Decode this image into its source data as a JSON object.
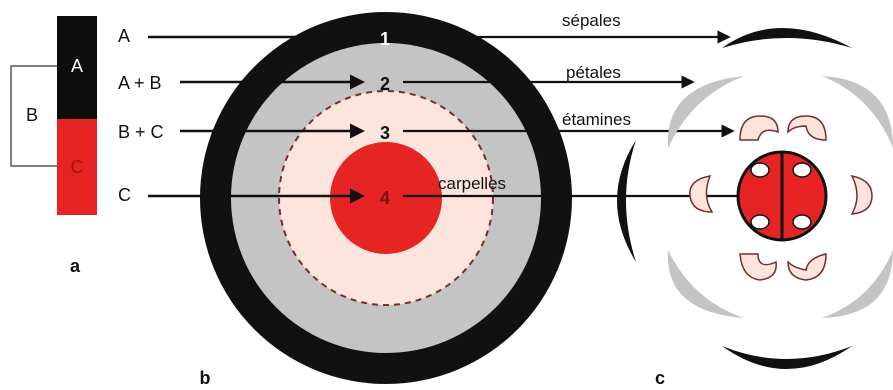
{
  "panel_a": {
    "box_a": "A",
    "box_b": "B",
    "box_c": "C",
    "caption": "a"
  },
  "panel_b": {
    "row_labels": [
      "A",
      "A + B",
      "B + C",
      "C"
    ],
    "whorl_numbers": [
      "1",
      "2",
      "3",
      "4"
    ],
    "caption": "b"
  },
  "organs": {
    "sepals": "sépales",
    "petals": "pétales",
    "stamens": "étamines",
    "carpels": "carpelles"
  },
  "panel_c": {
    "caption": "c"
  },
  "colors": {
    "sepal": "#111111",
    "petal": "#c4c4c4",
    "stamen": "#fde4dd",
    "carpel": "#e62423"
  }
}
